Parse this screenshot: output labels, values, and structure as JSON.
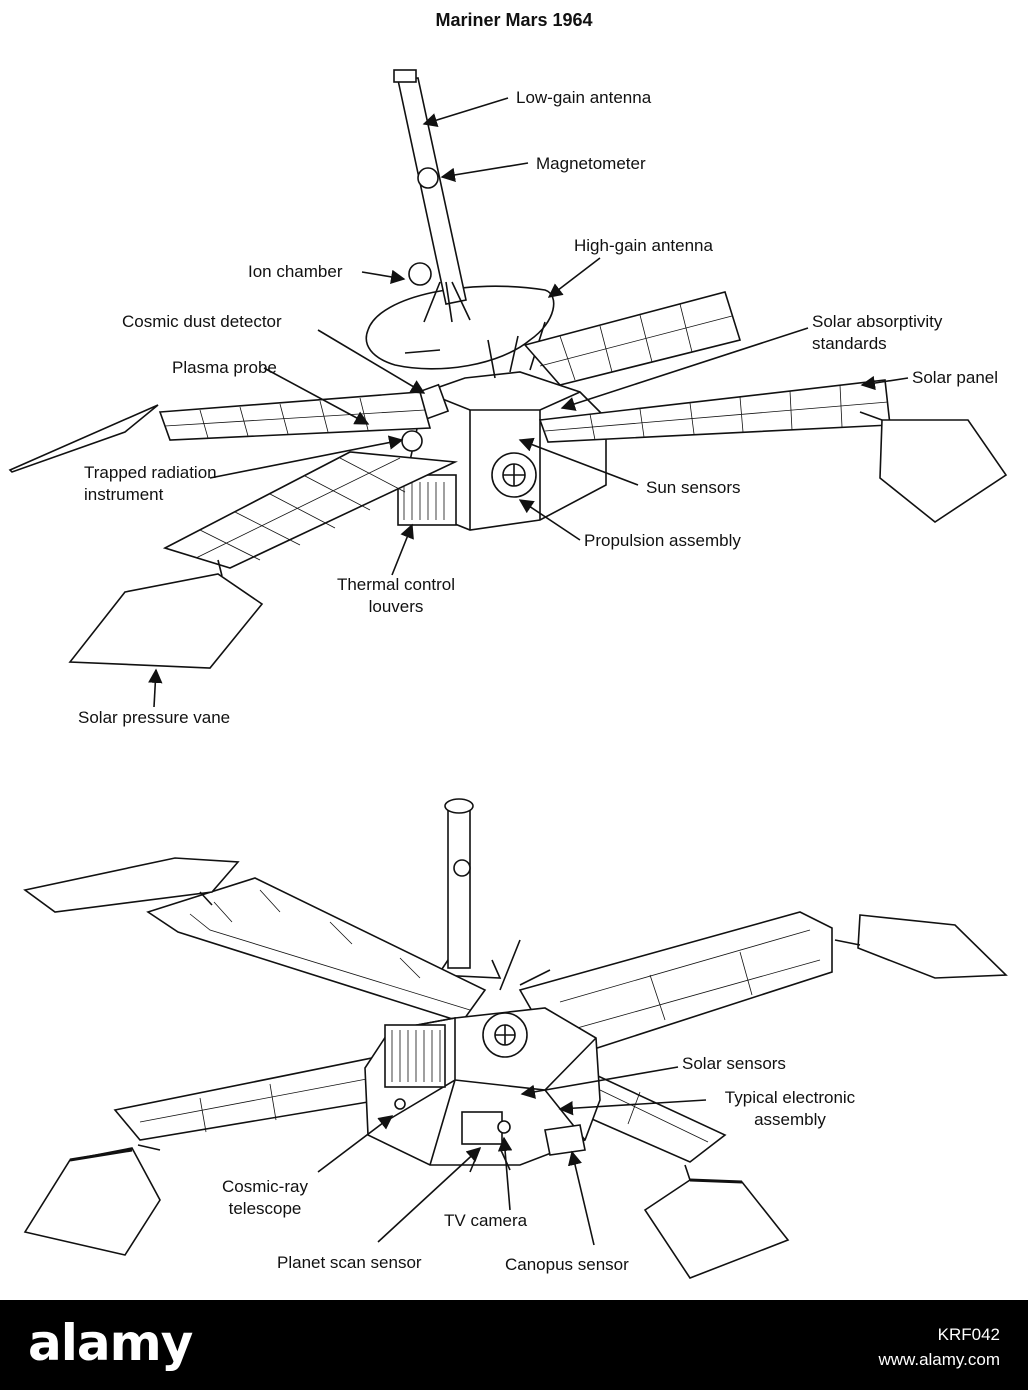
{
  "title": "Mariner Mars 1964",
  "top_view": {
    "labels": {
      "low_gain_antenna": "Low-gain antenna",
      "magnetometer": "Magnetometer",
      "high_gain_antenna": "High-gain antenna",
      "ion_chamber": "Ion chamber",
      "cosmic_dust_detector": "Cosmic dust detector",
      "solar_absorptivity_line1": "Solar absorptivity",
      "solar_absorptivity_line2": "standards",
      "plasma_probe": "Plasma probe",
      "solar_panel": "Solar panel",
      "trapped_radiation_line1": "Trapped radiation",
      "trapped_radiation_line2": "instrument",
      "sun_sensors": "Sun sensors",
      "propulsion_assembly": "Propulsion assembly",
      "thermal_control_line1": "Thermal control",
      "thermal_control_line2": "louvers",
      "solar_pressure_vane": "Solar pressure vane"
    }
  },
  "bottom_view": {
    "labels": {
      "solar_sensors": "Solar sensors",
      "typical_electronic_line1": "Typical electronic",
      "typical_electronic_line2": "assembly",
      "cosmic_ray_line1": "Cosmic-ray",
      "cosmic_ray_line2": "telescope",
      "tv_camera": "TV camera",
      "planet_scan_sensor": "Planet scan sensor",
      "canopus_sensor": "Canopus sensor"
    }
  },
  "stock_bar": {
    "logo": "alamy",
    "image_id": "KRF042",
    "site": "www.alamy.com"
  }
}
